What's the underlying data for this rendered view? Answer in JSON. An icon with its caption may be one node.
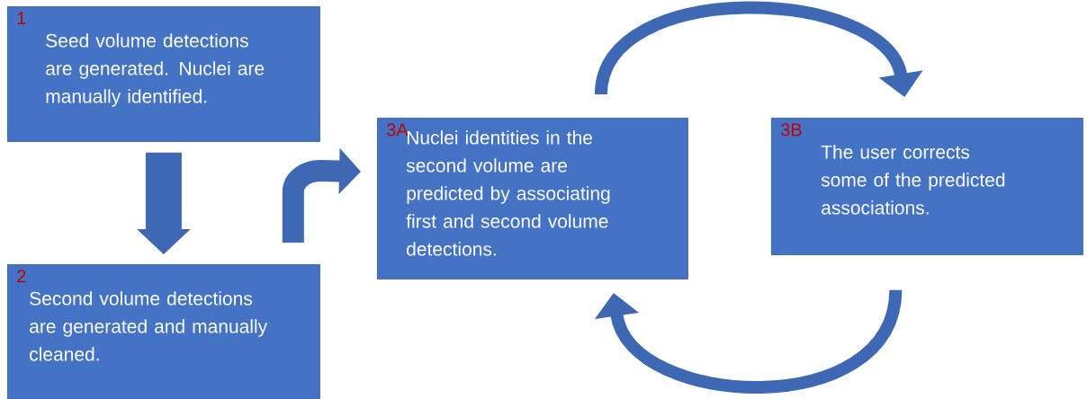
{
  "diagram": {
    "nodes": [
      {
        "text": [
          "1",
          "Seed volume detections are generated. Nuclei are manually identified."
        ]
      },
      {
        "text": [
          "2",
          "Second volume detections are generated and manually cleaned."
        ]
      },
      {
        "text": [
          "3A",
          "Nuclei identities in the second volume are predicted by associating first and second volume detections."
        ]
      },
      {
        "text": [
          "3B",
          "The user corrects some of the predicted associations."
        ]
      }
    ],
    "edges": [
      {
        "from": 0,
        "to": 1,
        "arrow": "to",
        "style": "thick"
      },
      {
        "from": 1,
        "to": 2,
        "arrow": "to"
      },
      {
        "from": 2,
        "to": 3,
        "arrow": "to"
      },
      {
        "from": 3,
        "to": 2,
        "arrow": "to"
      }
    ]
  }
}
